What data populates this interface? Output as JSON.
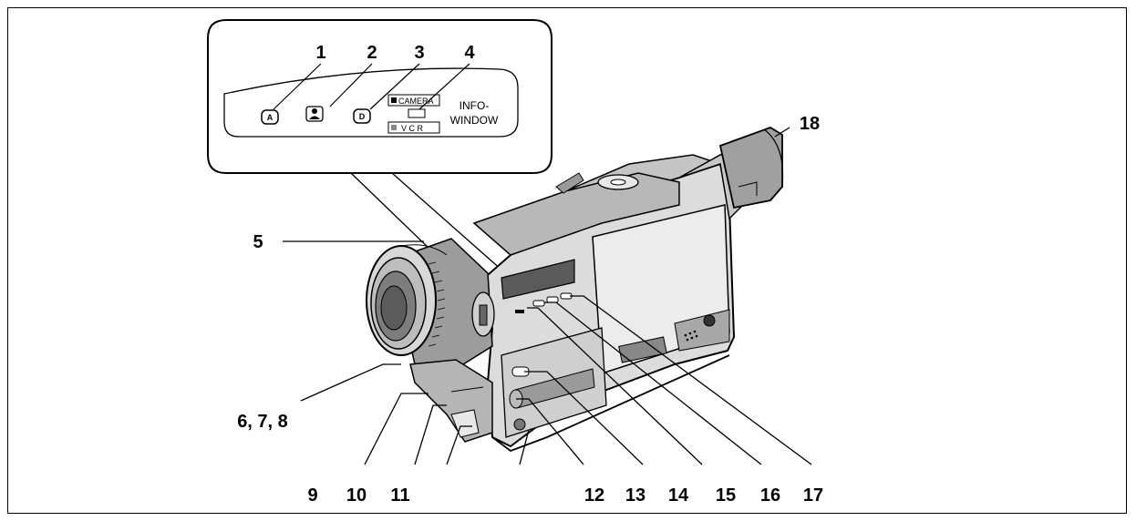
{
  "callouts": [
    "1",
    "2",
    "3",
    "4",
    "5",
    "6, 7, 8",
    "9",
    "10",
    "11",
    "12",
    "13",
    "14",
    "15",
    "16",
    "17",
    "18"
  ],
  "info_window": {
    "title_line1": "INFO-",
    "title_line2": "WINDOW",
    "button_a": "A",
    "button_d": "D",
    "indicator_camera": "CAMERA",
    "indicator_vcr": "V C R"
  }
}
